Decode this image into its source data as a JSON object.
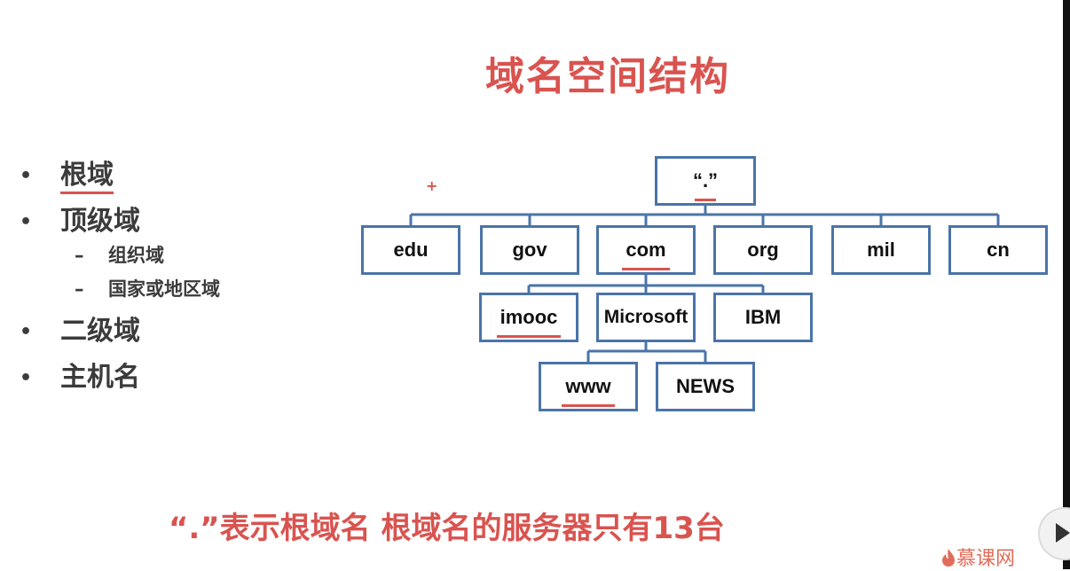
{
  "slide": {
    "title": "域名空间结构",
    "bullets": {
      "b1": "根域",
      "b2": "顶级域",
      "b2_sub1": "组织域",
      "b2_sub2": "国家或地区域",
      "b3": "二级域",
      "b4": "主机名"
    },
    "bullet_char": "•",
    "dash_char": "–",
    "annotation_mark": "+",
    "diagram": {
      "root": "“.”",
      "edu": "edu",
      "gov": "gov",
      "com": "com",
      "org": "org",
      "mil": "mil",
      "cn": "cn",
      "imooc": "imooc",
      "microsoft": "Microsoft",
      "ibm": "IBM",
      "www": "www",
      "news": "NEWS"
    },
    "footer": "“.”表示根域名   根域名的服务器只有13台",
    "logo": "慕课网"
  },
  "colors": {
    "accent": "#d9534f",
    "box_border": "#4a74a8",
    "text": "#3b3b3b"
  },
  "icons": {
    "play": "play-icon",
    "logo": "flame-icon"
  }
}
